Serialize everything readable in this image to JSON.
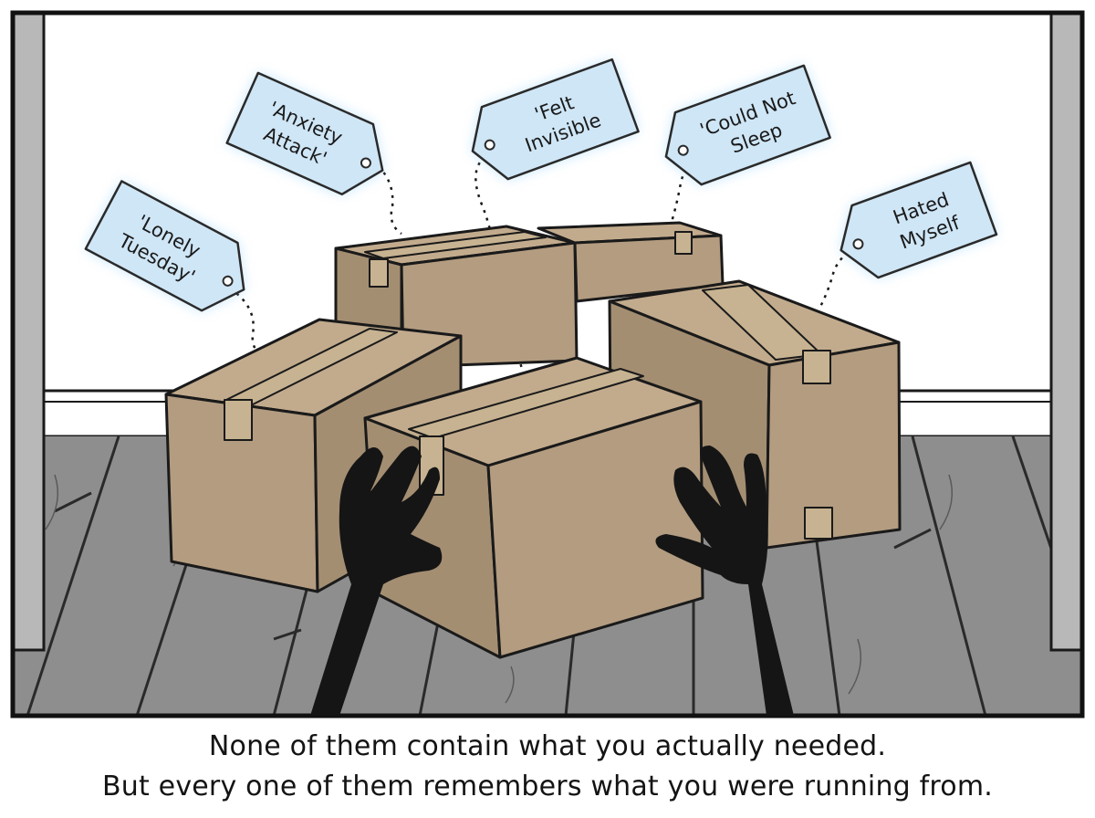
{
  "comic": {
    "tags": [
      {
        "line1": "'Lonely",
        "line2": "Tuesday'"
      },
      {
        "line1": "'Anxiety",
        "line2": "Attack'"
      },
      {
        "line1": "'Felt",
        "line2": "Invisible"
      },
      {
        "line1": "'Could Not",
        "line2": "Sleep"
      },
      {
        "line1": "Hated",
        "line2": "Myself"
      }
    ],
    "caption": {
      "line1": "None of them contain what you actually needed.",
      "line2": "But every one of them remembers what you were running from."
    },
    "colors": {
      "box": "#b39c80",
      "box_side": "#a48e72",
      "tape": "#c7b391",
      "tag": "#cfe6f6",
      "tag_glow": "#8fd0ff",
      "floor": "#8e8e8e",
      "wall": "#ffffff",
      "hands": "#151515"
    }
  }
}
